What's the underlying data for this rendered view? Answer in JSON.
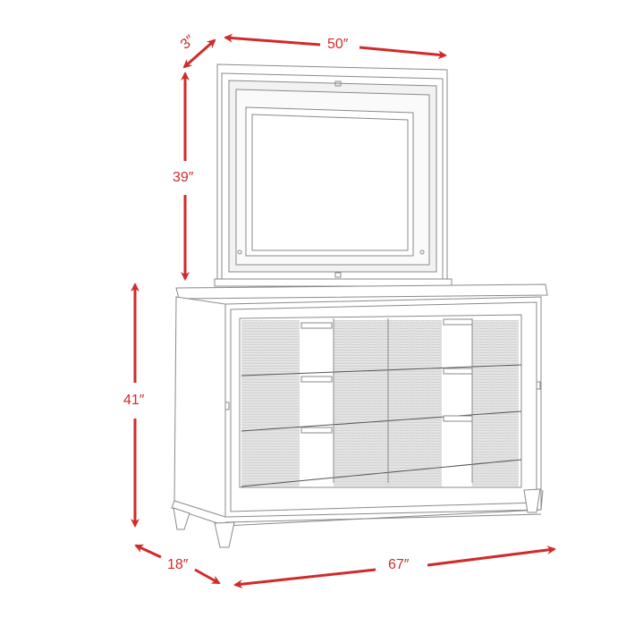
{
  "diagram": {
    "subject": "Dresser with mirror - dimensions",
    "accent_color": "#d12a2a",
    "line_color": "#8a8a8a",
    "dimensions": {
      "mirror_depth": "3″",
      "mirror_width": "50″",
      "mirror_height": "39″",
      "dresser_height": "41″",
      "dresser_depth": "18″",
      "dresser_width": "67″"
    },
    "dresser": {
      "drawer_rows": 3,
      "drawer_columns": 2,
      "handles": 6
    }
  }
}
